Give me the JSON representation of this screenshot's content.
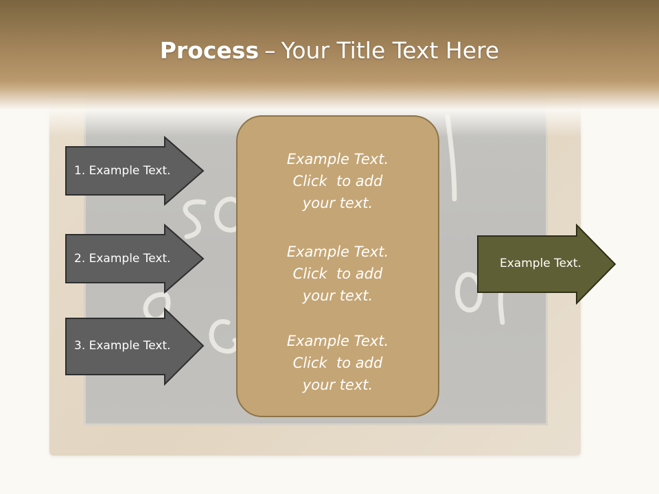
{
  "title": {
    "bold": "Process",
    "separator": "–",
    "rest": "Your Title Text Here"
  },
  "left_arrows": [
    {
      "label": "1. Example Text."
    },
    {
      "label": "2. Example Text."
    },
    {
      "label": "3. Example Text."
    }
  ],
  "center_blocks": [
    {
      "lines": [
        "Example Text.",
        "Click  to add",
        "your text."
      ]
    },
    {
      "lines": [
        "Example Text.",
        "Click  to add",
        "your text."
      ]
    },
    {
      "lines": [
        "Example Text.",
        "Click  to add",
        "your text."
      ]
    }
  ],
  "right_arrow": {
    "label": "Example Text."
  },
  "colors": {
    "header": "#a3845a",
    "left_arrow_fill": "#5f5f5f",
    "right_arrow_fill": "#5e5f34",
    "center_box_fill": "#c4a575",
    "center_box_border": "#8c7449"
  }
}
